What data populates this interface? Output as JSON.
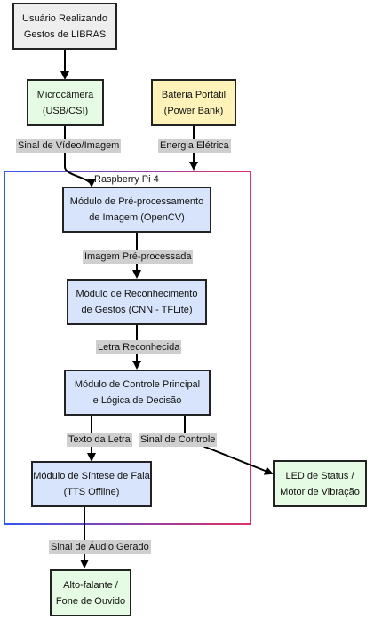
{
  "nodes": {
    "user": {
      "line1": "Usuário Realizando",
      "line2": "Gestos de LIBRAS"
    },
    "camera": {
      "line1": "Microcâmera",
      "line2": "(USB/CSI)"
    },
    "battery": {
      "line1": "Bateria Portátil",
      "line2": "(Power Bank)"
    },
    "preproc": {
      "line1": "Módulo de Pré-processamento",
      "line2": "de Imagem (OpenCV)"
    },
    "recog": {
      "line1": "Módulo de Reconhecimento",
      "line2": "de Gestos (CNN - TFLite)"
    },
    "control": {
      "line1": "Módulo de Controle Principal",
      "line2": "e Lógica de Decisão"
    },
    "tts": {
      "line1": "Módulo de Síntese de Fala",
      "line2": "(TTS Offline)"
    },
    "led": {
      "line1": "LED de Status /",
      "line2": "Motor de Vibração"
    },
    "speaker": {
      "line1": "Alto-falante /",
      "line2": "Fone de Ouvido"
    }
  },
  "cluster": {
    "title": "Raspberry Pi 4"
  },
  "edges": {
    "video": "Sinal de Vídeo/Imagem",
    "energy": "Energia Elétrica",
    "preprocessed": "Imagem Pré-processada",
    "letter": "Letra Reconhecida",
    "text": "Texto da Letra",
    "control": "Sinal de Controle",
    "audio": "Sinal de Áudio Gerado"
  },
  "colors": {
    "cluster_border_left": "#3355ee",
    "cluster_border_right": "#e0306a"
  }
}
